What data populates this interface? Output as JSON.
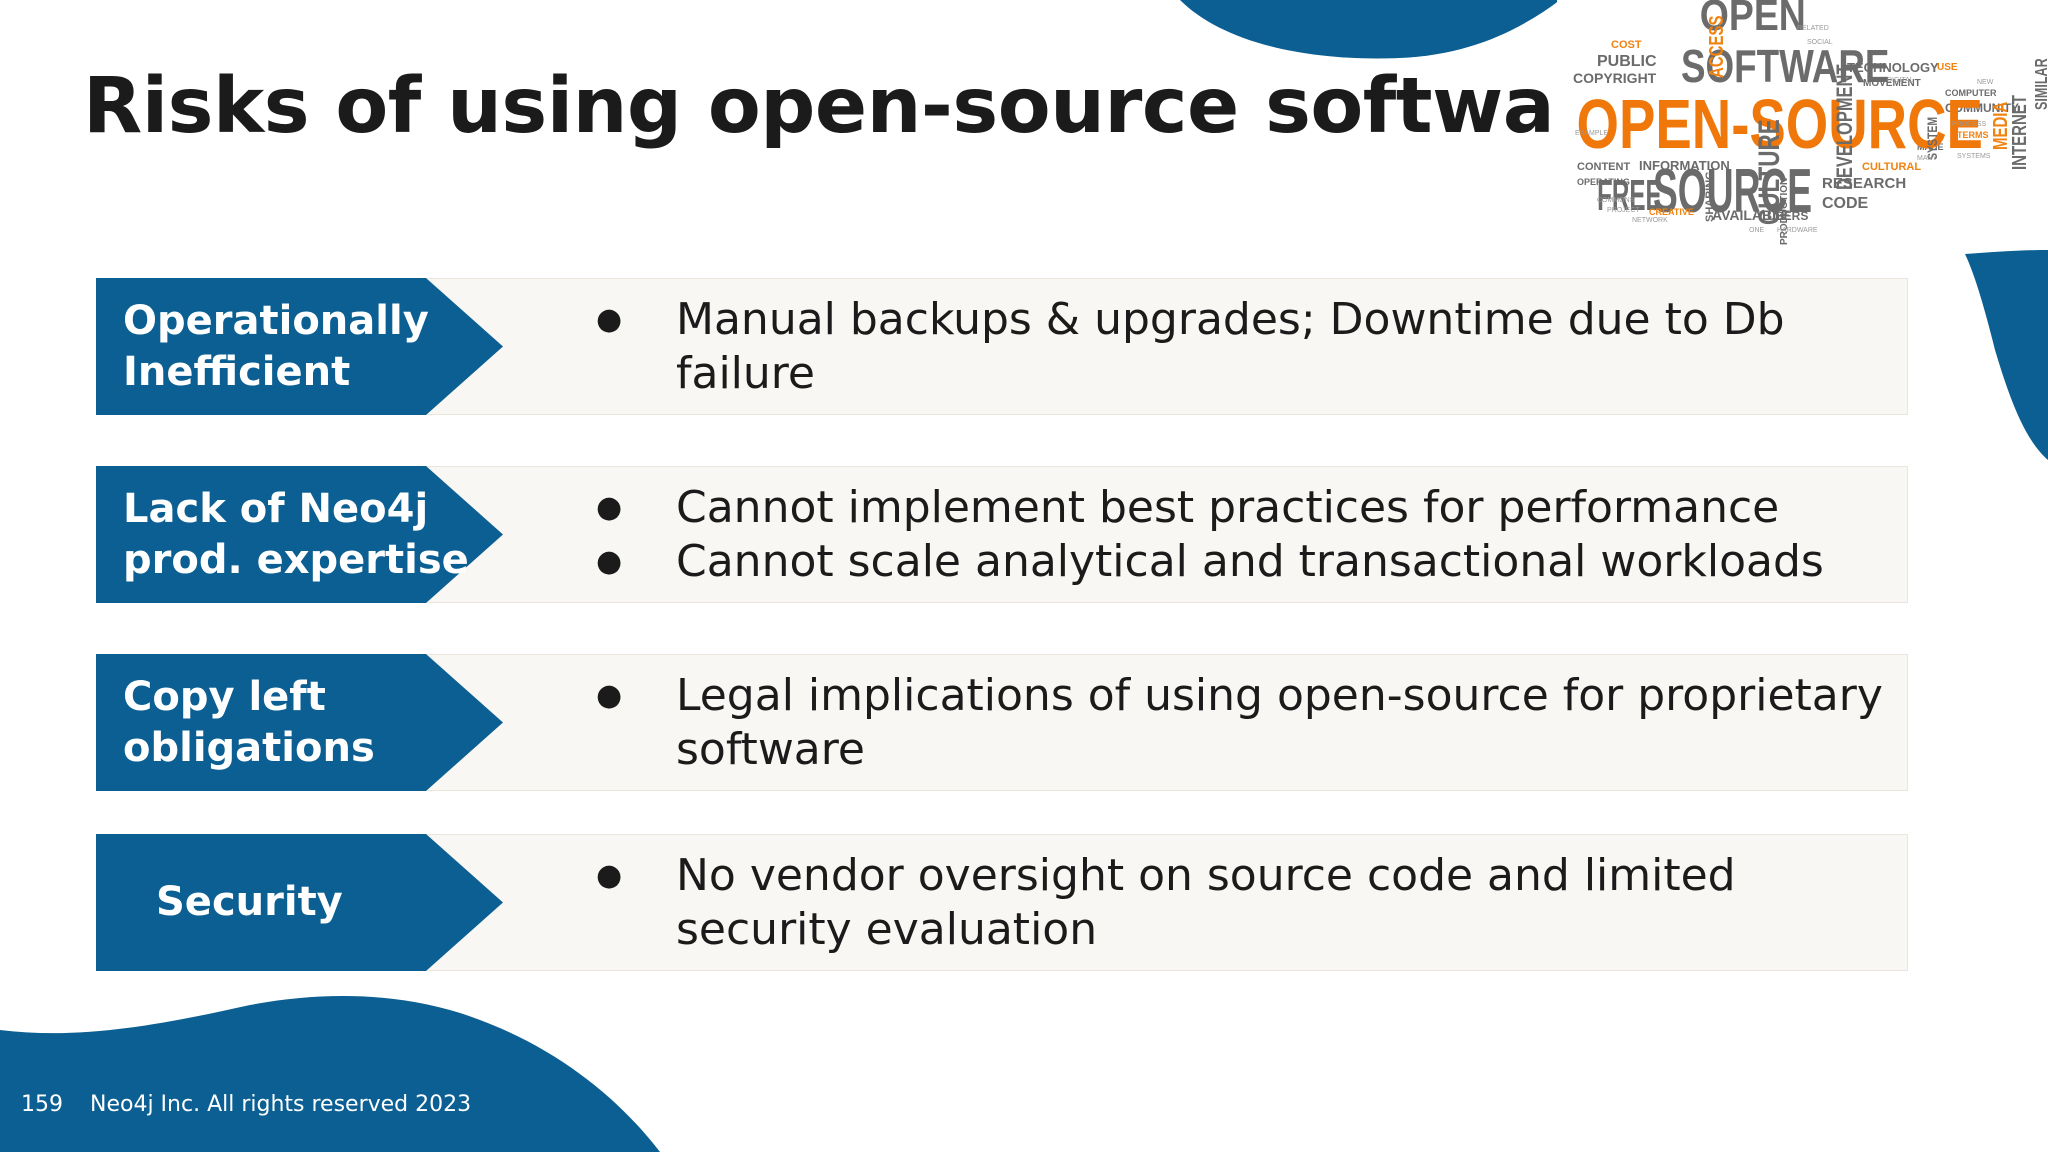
{
  "slide": {
    "title": "Risks of using open-source software"
  },
  "colors": {
    "accent": "#0b5f92",
    "row_background": "#f9f7f3",
    "text": "#1b1b1b",
    "cloud_orange": "#f0820f",
    "cloud_gray": "#6b6b6b"
  },
  "word_cloud": {
    "words_large": [
      "OPEN",
      "SOFTWARE",
      "OPEN-SOURCE",
      "FREE",
      "SOURCE"
    ],
    "words_small": [
      "PUBLIC",
      "COST",
      "COPYRIGHT",
      "ACCESS",
      "TECHNOLOGY",
      "MOVEMENT",
      "SIMILAR",
      "USE",
      "DIGITAL",
      "COMMUNITY",
      "INTERNET",
      "MEDIA",
      "DEVELOPMENT",
      "CULTURE",
      "CONTENT",
      "INFORMATION",
      "RESEARCH",
      "CODE",
      "AVAILABLE",
      "USERS",
      "CULTURAL",
      "SYSTEM",
      "SHARING",
      "NETWORK",
      "CREATIVE",
      "EXAMPLE",
      "OPERATING",
      "PRODUCTION",
      "COMPUTER",
      "NEW",
      "PROCESS",
      "TERMS",
      "SYSTEMS",
      "MADE",
      "MANY",
      "HARDWARE",
      "ONE",
      "COMMONS",
      "PROJECT",
      "RELATED",
      "SOCIAL"
    ]
  },
  "risks": [
    {
      "tag_lines": [
        "Operationally",
        "Inefficient"
      ],
      "bullets": [
        "Manual backups & upgrades; Downtime due to Db failure"
      ]
    },
    {
      "tag_lines": [
        "Lack of Neo4j",
        "prod. expertise"
      ],
      "bullets": [
        "Cannot implement best practices for performance",
        "Cannot scale analytical and transactional workloads"
      ]
    },
    {
      "tag_lines": [
        "Copy left",
        "obligations"
      ],
      "bullets": [
        "Legal implications of using open-source for proprietary software"
      ]
    },
    {
      "tag_lines": [
        "Security"
      ],
      "bullets": [
        "No vendor oversight on source code and limited security evaluation"
      ]
    }
  ],
  "footer": {
    "page_number": "159",
    "copyright": "Neo4j Inc. All rights reserved 2023"
  }
}
